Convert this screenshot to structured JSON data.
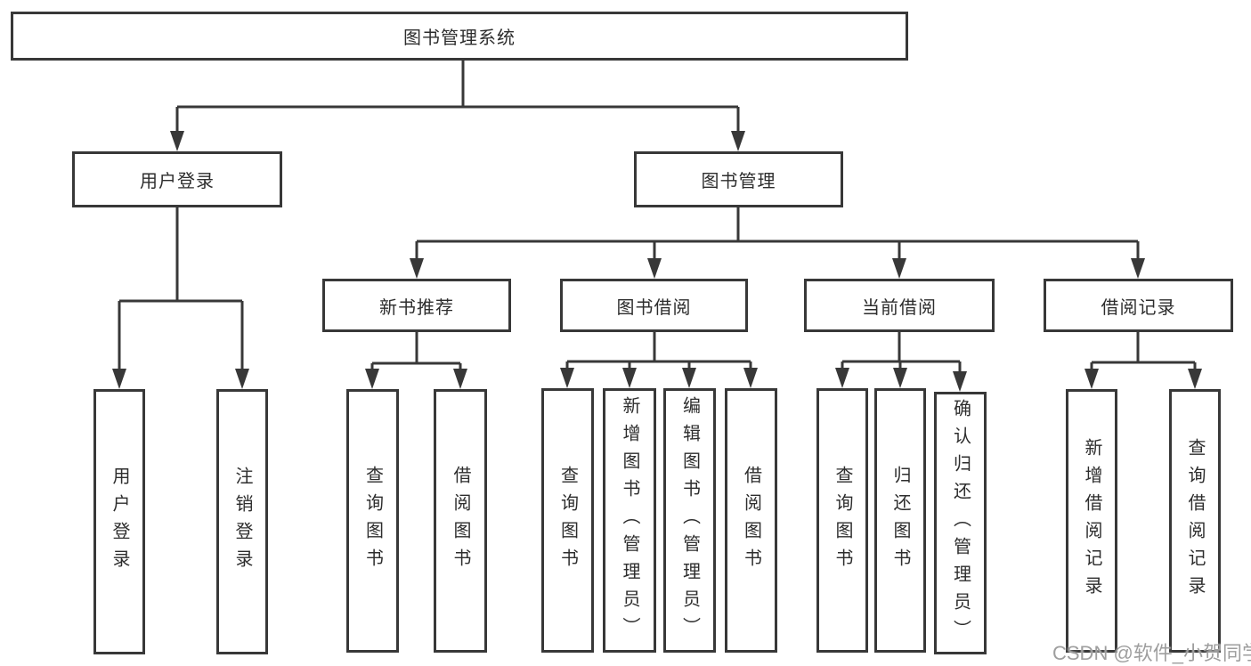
{
  "diagram": {
    "root": {
      "label": "图书管理系统"
    },
    "branches": [
      {
        "label": "用户登录",
        "children": [
          {
            "label": "用户登录"
          },
          {
            "label": "注销登录"
          }
        ]
      },
      {
        "label": "图书管理",
        "children": [
          {
            "label": "新书推荐",
            "children": [
              {
                "label": "查询图书"
              },
              {
                "label": "借阅图书"
              }
            ]
          },
          {
            "label": "图书借阅",
            "children": [
              {
                "label": "查询图书"
              },
              {
                "label": "新增图书（管理员）"
              },
              {
                "label": "编辑图书（管理员）"
              },
              {
                "label": "借阅图书"
              }
            ]
          },
          {
            "label": "当前借阅",
            "children": [
              {
                "label": "查询图书"
              },
              {
                "label": "归还图书"
              },
              {
                "label": "确认归还（管理员）"
              }
            ]
          },
          {
            "label": "借阅记录",
            "children": [
              {
                "label": "新增借阅记录"
              },
              {
                "label": "查询借阅记录"
              }
            ]
          }
        ]
      }
    ]
  },
  "watermark": {
    "text": "CSDN @软件_小贺同学"
  },
  "colors": {
    "line": "#383838",
    "text": "#2d2d2d",
    "background": "#ffffff",
    "watermark": "#9e9e9e"
  }
}
